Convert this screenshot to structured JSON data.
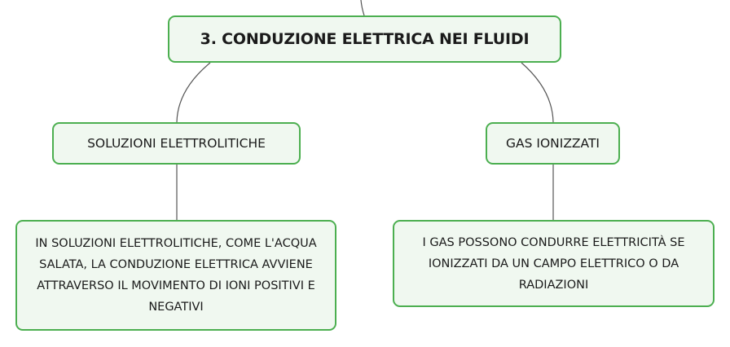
{
  "root": {
    "label": "3. CONDUZIONE ELETTRICA NEI FLUIDI"
  },
  "branches": [
    {
      "label": "SOLUZIONI ELETTROLITICHE",
      "detail": "IN SOLUZIONI ELETTROLITICHE, COME L'ACQUA SALATA, LA CONDUZIONE ELETTRICA AVVIENE ATTRAVERSO IL MOVIMENTO DI IONI POSITIVI E NEGATIVI"
    },
    {
      "label": "GAS IONIZZATI",
      "detail": "I GAS POSSONO CONDURRE ELETTRICITÀ SE IONIZZATI DA UN CAMPO ELETTRICO O DA RADIAZIONI"
    }
  ],
  "colors": {
    "node_border": "#4caf50",
    "node_fill": "#f0f8f0",
    "connector": "#555555"
  }
}
